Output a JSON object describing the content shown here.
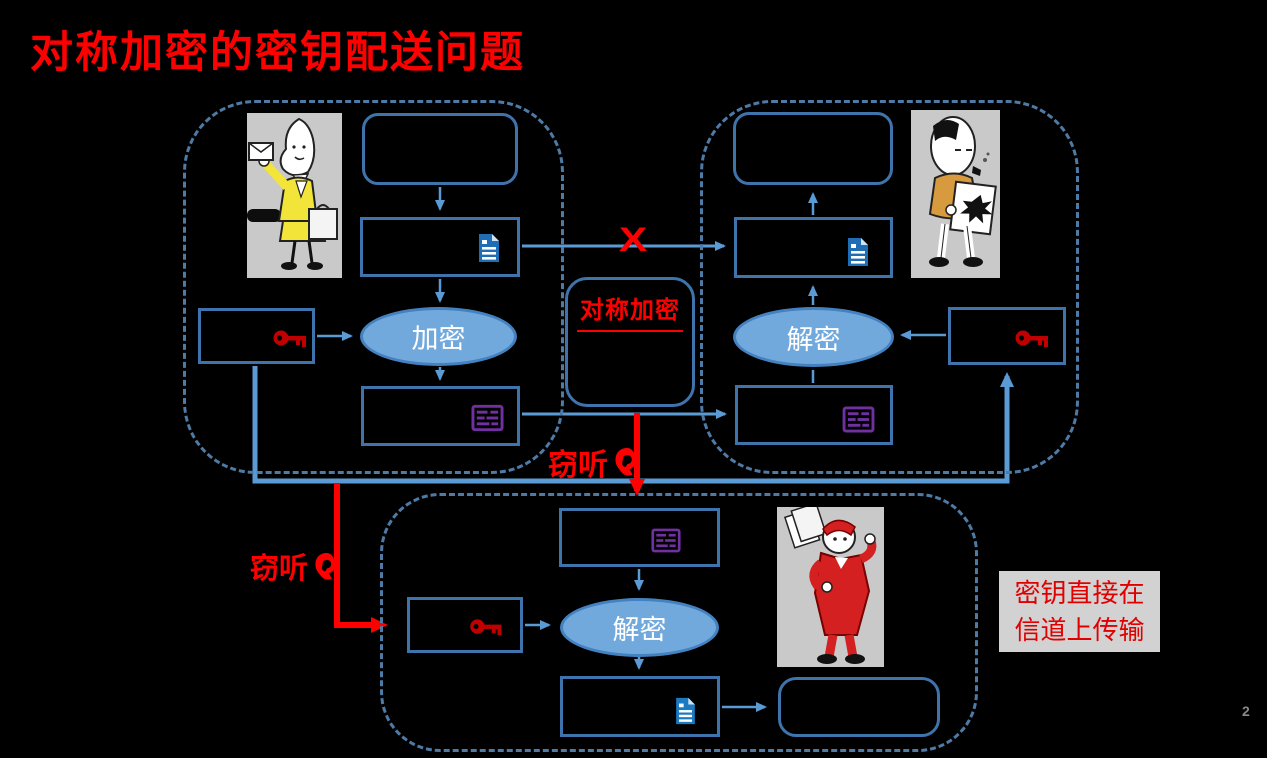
{
  "page": {
    "title": "对称加密的密钥配送问题",
    "page_number": "2"
  },
  "labels": {
    "encrypt": "加密",
    "decrypt_receiver": "解密",
    "decrypt_attacker": "解密",
    "scheme": "对称加密",
    "eavesdrop_cipher": "窃听",
    "eavesdrop_key": "窃听",
    "blocked_mark": "X",
    "note_line1": "密钥直接在",
    "note_line2": "信道上传输"
  },
  "icons": {
    "plaintext_document": "document-icon",
    "ciphertext_document": "encrypted-document-icon",
    "secret_key": "key-icon",
    "eavesdrop_ear": "ear-icon"
  },
  "people": {
    "sender": "woman-with-letter-cartoon",
    "receiver": "man-with-paper-cartoon",
    "attacker": "eavesdropper-in-red-cartoon"
  },
  "colors": {
    "bg": "#000000",
    "box": "#3f73ab",
    "dash": "#4e7aa6",
    "arrow": "#5b9bd5",
    "red": "#ff0000",
    "keyred": "#c00000",
    "purple": "#7030a0",
    "docblue": "#1f6db4",
    "ellfill": "#72a9dd",
    "ellborder": "#4381c0",
    "notebg": "#d2d2d2",
    "notered": "#e00000",
    "pagegray": "#8a8a8a"
  }
}
